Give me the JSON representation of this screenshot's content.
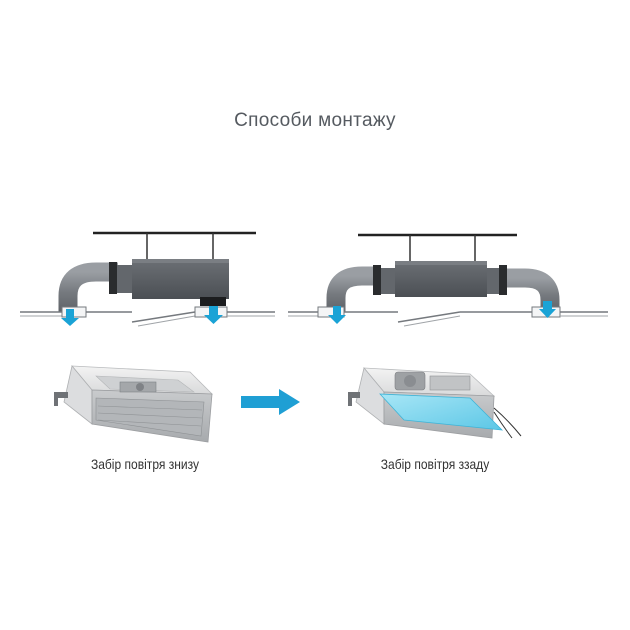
{
  "title": "Способи монтажу",
  "captions": {
    "bottom_intake": "Забір повітря знизу",
    "rear_intake": "Забір повітря ззаду"
  },
  "colors": {
    "title_text": "#555a60",
    "caption_text": "#333333",
    "duct": "#7d8186",
    "unit": "#5a5e63",
    "unit_end": "#222426",
    "ceiling_line": "#75797e",
    "airflow_arrow": "#1aa3d6",
    "transition_arrow": "#1f9fd4",
    "filter_panel": "#7fd6ee"
  },
  "icons": {
    "airflow": "down-arrow",
    "transition": "right-arrow"
  }
}
